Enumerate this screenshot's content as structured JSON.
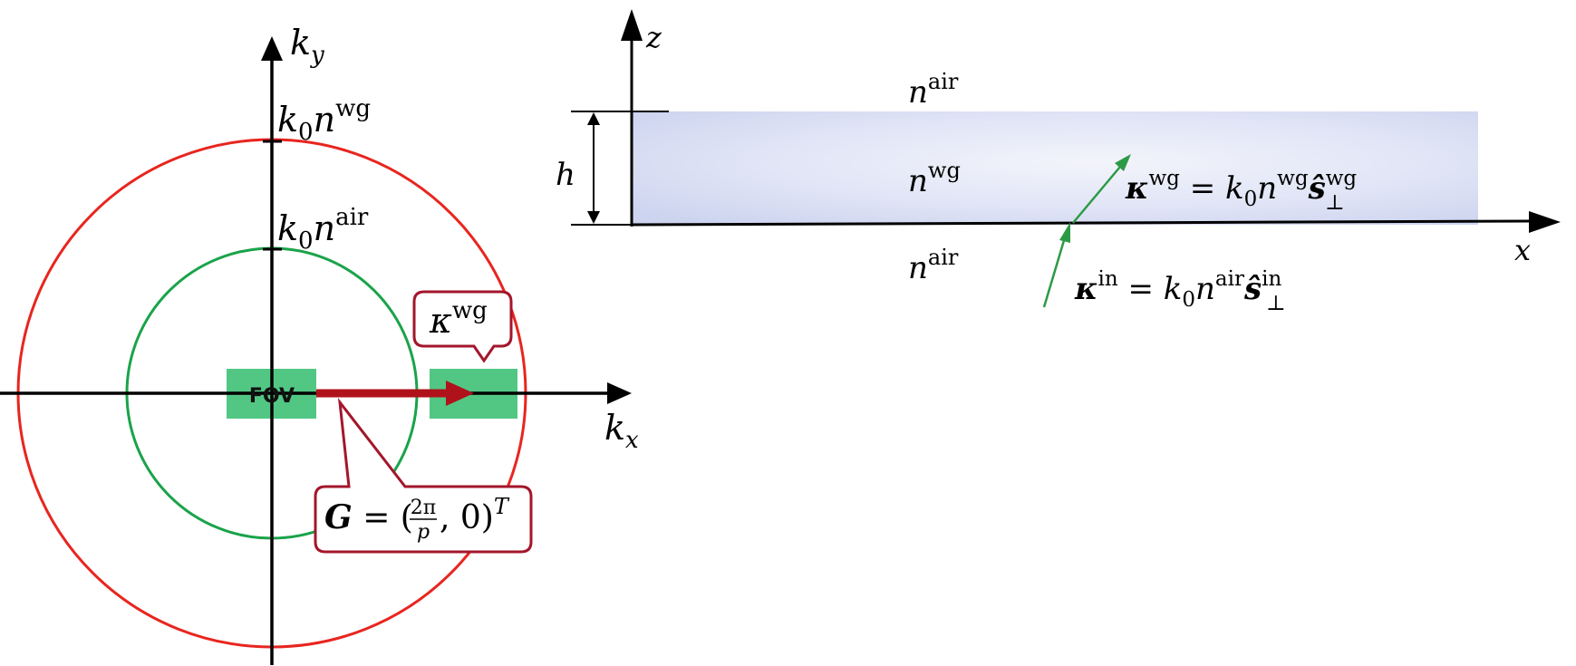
{
  "left_diagram": {
    "axis_x": {
      "var": "k",
      "sub": "x"
    },
    "axis_y": {
      "var": "k",
      "sub": "y"
    },
    "outer_circle_label": {
      "k": "k",
      "k_sub": "0",
      "n": "n",
      "sup": "wg"
    },
    "inner_circle_label": {
      "k": "k",
      "k_sub": "0",
      "n": "n",
      "sup": "air"
    },
    "fov_label": "FOV",
    "kappa_callout": {
      "symbol": "κ",
      "sup": "wg"
    },
    "grating_callout": {
      "symbol": "G",
      "equals": " = (",
      "num": "2π",
      "den": "p",
      "rest": ", 0)",
      "sup": "T"
    },
    "colors": {
      "outer_circle": "#e8251f",
      "inner_circle": "#1aa34a",
      "fov_box": "#49c47d",
      "arrow": "#b0121b",
      "callout_border": "#a3162b"
    }
  },
  "right_diagram": {
    "axis_x": "x",
    "axis_z": "z",
    "height_label": "h",
    "top_medium": {
      "n": "n",
      "sup": "air"
    },
    "waveguide": {
      "n": "n",
      "sup": "wg"
    },
    "bottom_medium": {
      "n": "n",
      "sup": "air"
    },
    "kappa_wg": {
      "symbol": "κ",
      "sup": "wg",
      "rhs_k": "k",
      "rhs_k_sub": "0",
      "rhs_n": "n",
      "rhs_n_sup": "wg",
      "s": "ŝ",
      "s_sub": "⊥",
      "s_sup": "wg"
    },
    "kappa_in": {
      "symbol": "κ",
      "sup": "in",
      "rhs_k": "k",
      "rhs_k_sub": "0",
      "rhs_n": "n",
      "rhs_n_sup": "air",
      "s": "ŝ",
      "s_sub": "⊥",
      "s_sup": "in"
    },
    "colors": {
      "waveguide_fill": "#ccd3ef",
      "ray": "#2c9a45"
    }
  }
}
